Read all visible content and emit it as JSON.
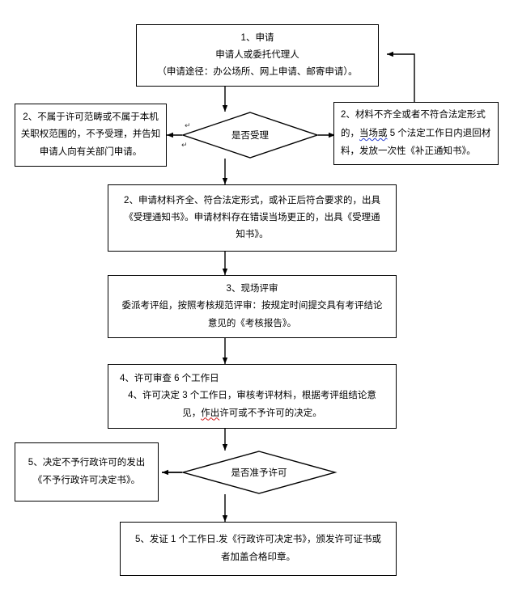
{
  "document": {
    "title": "行政许可流程图",
    "language": "zh-CN",
    "background_color": "#ffffff",
    "line_color": "#000000",
    "text_color": "#000000",
    "spellcheck_underline_red": "#d01a1a",
    "grammar_underline_blue": "#2a3fd0"
  },
  "nodes": {
    "step1_apply": {
      "shape": "rectangle",
      "line1": "1、申请",
      "line2": "申请人或委托代理人",
      "line3": "（申请途径：办公场所、网上申请、邮寄申请）。"
    },
    "decision_accept": {
      "shape": "diamond",
      "label": "是否受理"
    },
    "reject_scope": {
      "shape": "rectangle",
      "text": "2、不属于许可范畴或不属于本机关职权范围的，不予受理，并告知申请人向有关部门申请。"
    },
    "incomplete_materials": {
      "shape": "rectangle",
      "text_a": "2、材料不齐全或者不符合法定形式的，",
      "text_underlined": "当场或",
      "text_b": " 5 个法定工作日内退回材料，发放一次性《补正通知书》。"
    },
    "step2_accept": {
      "shape": "rectangle",
      "text": "2、申请材料齐全、符合法定形式，或补正后符合要求的，出具《受理通知书》。申请材料存在错误当场更正的，出具《受理通知书》。"
    },
    "step3_onsite": {
      "shape": "rectangle",
      "line1": "3、现场评审",
      "line2": "委派考评组，按照考核规范评审：按规定时间提交具有考评结论意见的《考核报告》。"
    },
    "step4_review": {
      "shape": "rectangle",
      "line1": "4、许可审查 6 个工作日",
      "line2_a": "4、许可决定 3 个工作日，审核考评材料，根据考评组结论意见，",
      "line2_underlined": "作出",
      "line2_b": "许可或不予许可的决定。"
    },
    "decision_grant": {
      "shape": "diamond",
      "label": "是否准予许可"
    },
    "deny_decision": {
      "shape": "rectangle",
      "line1": "5、决定不予行政许可的发出",
      "line2": "《不予行政许可决定书》。"
    },
    "step5_issue": {
      "shape": "rectangle",
      "text": "5、发证 1 个工作日.发《行政许可决定书》，颁发许可证书或者加盖合格印章。"
    }
  },
  "edges": [
    {
      "name": "apply-to-decision",
      "from": "step1_apply",
      "to": "decision_accept",
      "direction": "down"
    },
    {
      "name": "decision-to-reject-scope",
      "from": "decision_accept",
      "to": "reject_scope",
      "direction": "left"
    },
    {
      "name": "decision-to-incomplete",
      "from": "decision_accept",
      "to": "incomplete_materials",
      "direction": "right"
    },
    {
      "name": "incomplete-back-to-apply",
      "from": "incomplete_materials",
      "to": "step1_apply",
      "direction": "up-left-feedback"
    },
    {
      "name": "decision-to-step2",
      "from": "decision_accept",
      "to": "step2_accept",
      "direction": "down"
    },
    {
      "name": "step2-to-step3",
      "from": "step2_accept",
      "to": "step3_onsite",
      "direction": "down"
    },
    {
      "name": "step3-to-step4",
      "from": "step3_onsite",
      "to": "step4_review",
      "direction": "down"
    },
    {
      "name": "step4-to-decision-grant",
      "from": "step4_review",
      "to": "decision_grant",
      "direction": "down"
    },
    {
      "name": "decision-grant-to-deny",
      "from": "decision_grant",
      "to": "deny_decision",
      "direction": "left"
    },
    {
      "name": "decision-grant-to-issue",
      "from": "decision_grant",
      "to": "step5_issue",
      "direction": "down"
    }
  ],
  "marks": {
    "paragraph_end_glyph": "↵",
    "soft_break_glyph": "↵"
  }
}
